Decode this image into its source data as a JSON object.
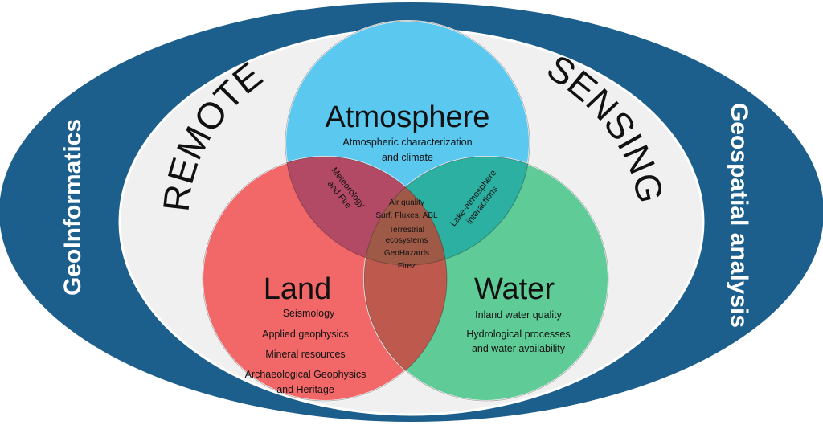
{
  "outer_ring": {
    "left": "GeoInformatics",
    "right": "Geospatial analysis"
  },
  "arc_labels": {
    "left": "REMOTE",
    "right": "SENSING"
  },
  "circles": {
    "atmosphere": {
      "title": "Atmosphere",
      "lines": [
        "Atmospheric characterization",
        "and climate"
      ],
      "color": "#5BC8F0"
    },
    "land": {
      "title": "Land",
      "lines": [
        "Seismology",
        "Applied geophysics",
        "Mineral resources",
        "Archaeological Geophysics",
        "and Heritage"
      ],
      "color": "#F26868"
    },
    "water": {
      "title": "Water",
      "lines": [
        "Inland water quality",
        "Hydrological processes",
        "and water availability"
      ],
      "color": "#5FCB96"
    }
  },
  "overlaps": {
    "atmosphere_land": [
      "Meteorology",
      "and Fire"
    ],
    "atmosphere_water": [
      "Lake-atmosphere",
      "interactions"
    ],
    "center": [
      "Air quality",
      "Surf. Fluxes, ABL",
      "Terrestrial",
      "ecosystems",
      "GeoHazards",
      "Firez"
    ]
  },
  "colors": {
    "outer": "#1D5F8C",
    "inner": "#F0F0F0"
  }
}
